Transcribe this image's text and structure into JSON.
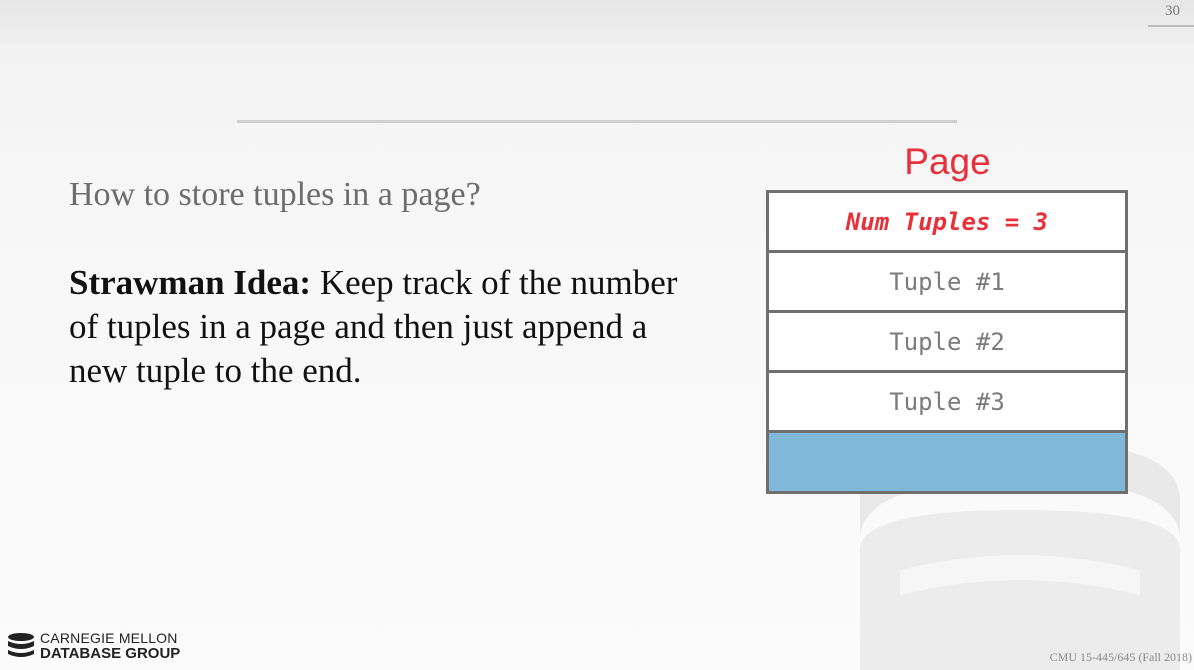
{
  "slide": {
    "number": "30"
  },
  "content": {
    "question": "How to store tuples in a page?",
    "idea_label": "Strawman Idea:",
    "idea_text": " Keep track of the number of tuples in a page and then just append a new tuple to the end."
  },
  "diagram": {
    "title": "Page",
    "header_slot": "Num Tuples = 3",
    "tuples": [
      "Tuple #1",
      "Tuple #2",
      "Tuple #3"
    ],
    "free_space": "",
    "colors": {
      "accent": "#e8303a",
      "free_space": "#7fb8d9",
      "border": "#6f6f6f"
    }
  },
  "footer": {
    "logo_line1": "CARNEGIE MELLON",
    "logo_line2": "DATABASE GROUP",
    "logo_icon": "database-stack-icon",
    "course": "CMU 15-445/645 (Fall 2018)"
  }
}
